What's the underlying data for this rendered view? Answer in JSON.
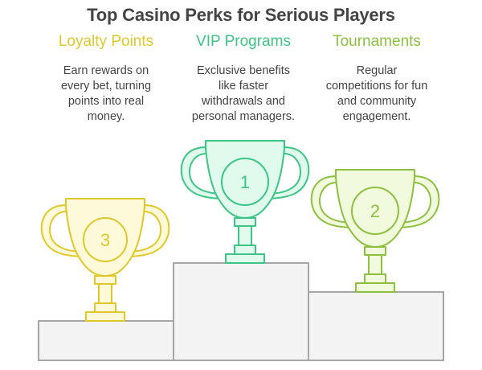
{
  "title": "Top Casino Perks for Serious Players",
  "perks": [
    {
      "heading": "Loyalty Points",
      "description_lines": [
        "Earn rewards on",
        "every bet, turning",
        "points into real",
        "money."
      ],
      "rank": "3",
      "color": "#E0C82A",
      "fill": "#FEF9D8"
    },
    {
      "heading": "VIP Programs",
      "description_lines": [
        "Exclusive benefits",
        "like faster",
        "withdrawals and",
        "personal managers."
      ],
      "rank": "1",
      "color": "#3CC584",
      "fill": "#E0FAEE"
    },
    {
      "heading": "Tournaments",
      "description_lines": [
        "Regular",
        "competitions for fun",
        "and community",
        "engagement."
      ],
      "rank": "2",
      "color": "#8CC03E",
      "fill": "#F1FADC"
    }
  ],
  "podium": {
    "fill": "#F3F3F3",
    "stroke": "#A6A6A6"
  }
}
